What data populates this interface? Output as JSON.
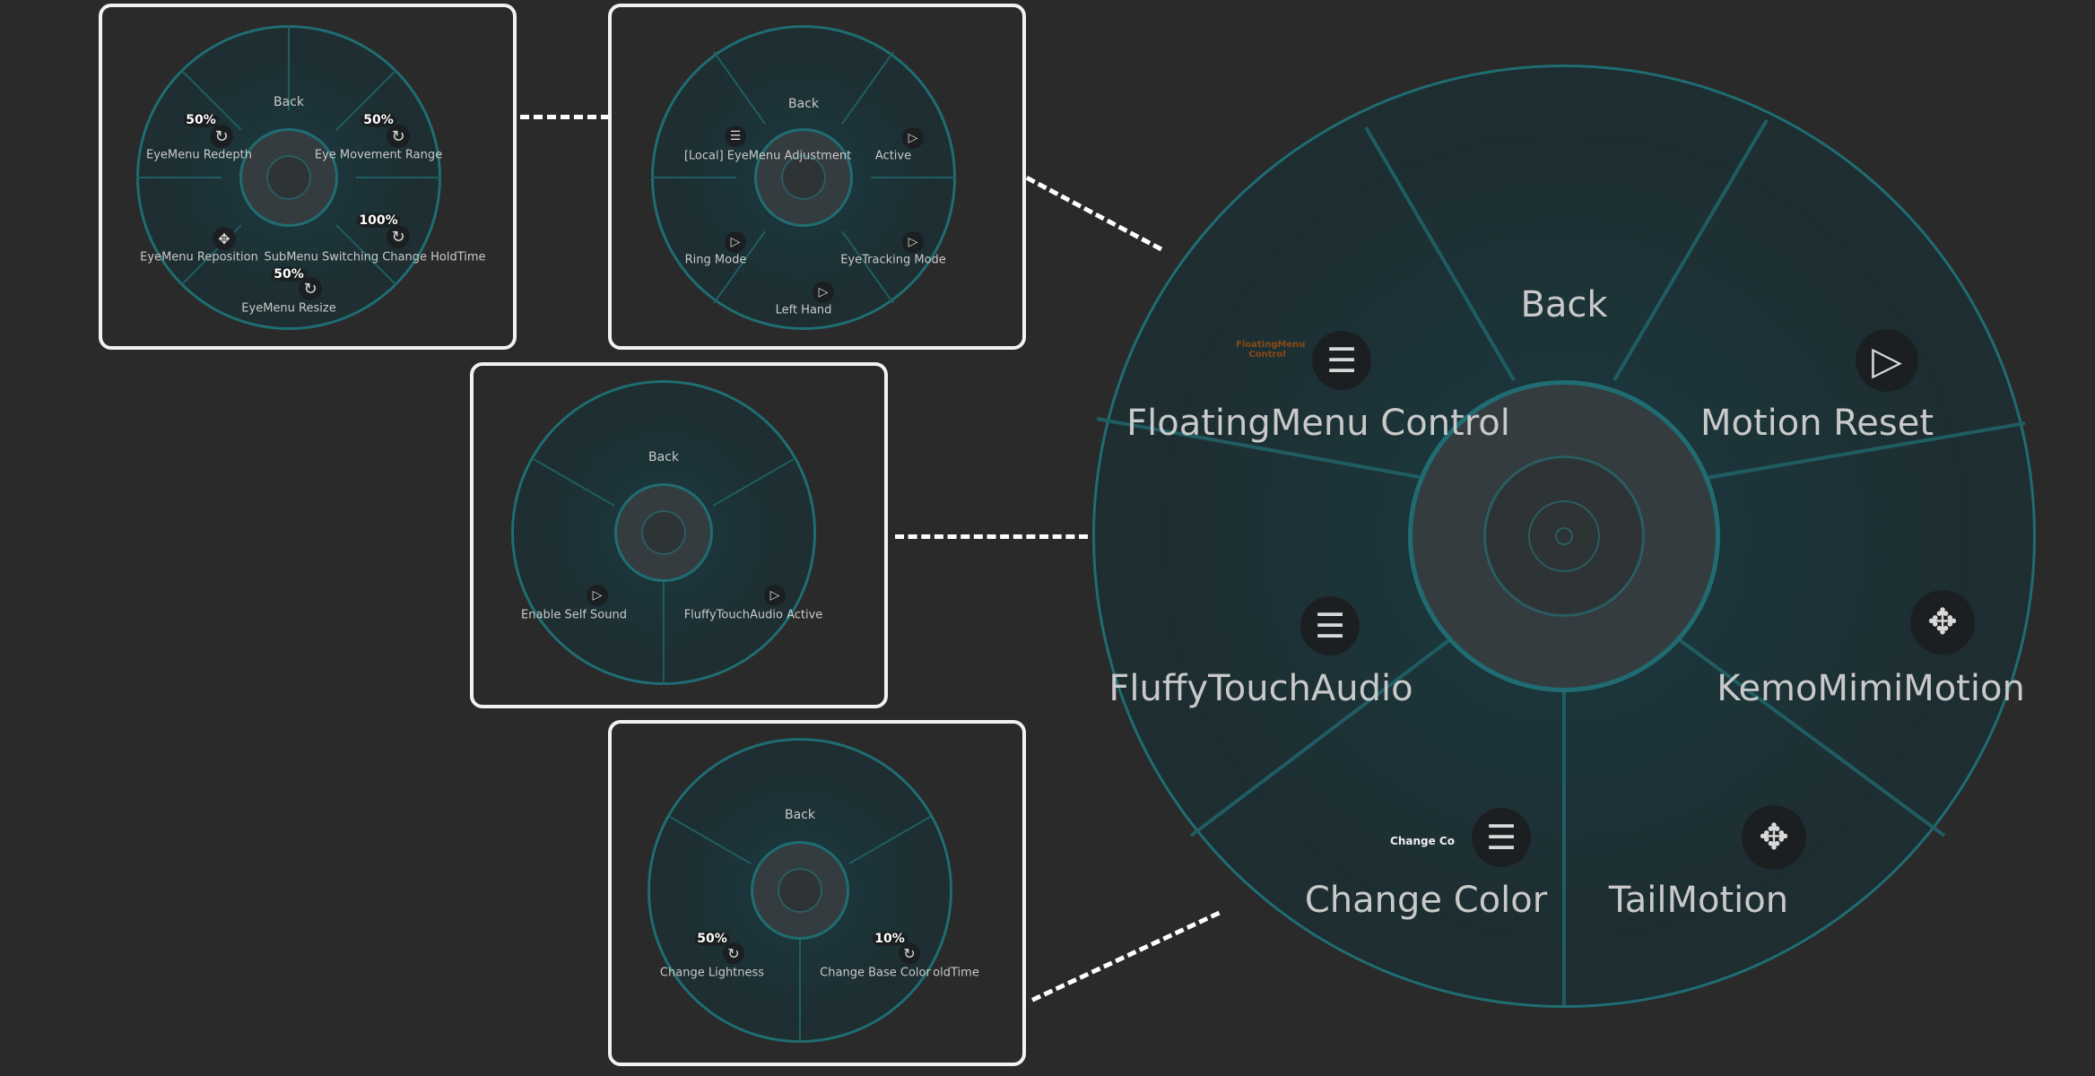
{
  "colors": {
    "background": "#2a2a2a",
    "accent_ring": "#1f6d72",
    "icon_orange": "#e0882e",
    "label": "#c9c9c9"
  },
  "main_menu": {
    "back": "Back",
    "items": [
      {
        "label": "FloatingMenu Control",
        "icon": "floating-menu-icon",
        "badge": "list-icon",
        "icon_text": "FloatingMenu Control"
      },
      {
        "label": "Motion Reset",
        "icon": "motion-reset-icon",
        "badge": "play-icon"
      },
      {
        "label": "FluffyTouchAudio",
        "icon": "speaker-icon",
        "badge": "list-icon"
      },
      {
        "label": "KemoMimiMotion",
        "icon": "ears-icon",
        "badge": "move-icon"
      },
      {
        "label": "Change Color",
        "icon": "color-wheel-icon",
        "badge": "list-icon",
        "icon_text": "Change Co"
      },
      {
        "label": "TailMotion",
        "icon": "tail-icon",
        "badge": "move-icon"
      }
    ]
  },
  "submenu_eye_settings": {
    "back": "Back",
    "items": [
      {
        "label": "EyeMenu Redepth",
        "value": "50%",
        "badge": "reset-icon"
      },
      {
        "label": "Eye Movement Range",
        "value": "50%",
        "badge": "reset-icon"
      },
      {
        "label": "EyeMenu Reposition",
        "badge": "move-icon"
      },
      {
        "label": "SubMenu Switching Change HoldTime",
        "value": "100%",
        "badge": "reset-icon"
      },
      {
        "label": "EyeMenu Resize",
        "value": "50%",
        "badge": "reset-icon"
      }
    ]
  },
  "submenu_floating": {
    "back": "Back",
    "items": [
      {
        "label": "[Local] EyeMenu Adjustment",
        "badge": "list-icon"
      },
      {
        "label": "Active",
        "badge": "play-icon"
      },
      {
        "label": "Ring Mode",
        "badge": "play-icon"
      },
      {
        "label": "EyeTracking Mode",
        "badge": "play-icon"
      },
      {
        "label": "Left Hand",
        "badge": "play-icon"
      }
    ]
  },
  "submenu_audio": {
    "back": "Back",
    "items": [
      {
        "label": "Enable Self Sound",
        "badge": "play-icon"
      },
      {
        "label": "FluffyTouchAudio Active",
        "badge": "play-icon"
      }
    ]
  },
  "submenu_color": {
    "back": "Back",
    "items": [
      {
        "label": "Change Lightness",
        "value": "50%",
        "badge": "reset-icon"
      },
      {
        "label": "Change Base Color",
        "value": "10%",
        "badge": "reset-icon"
      }
    ],
    "overflow_text": "oldTime"
  }
}
